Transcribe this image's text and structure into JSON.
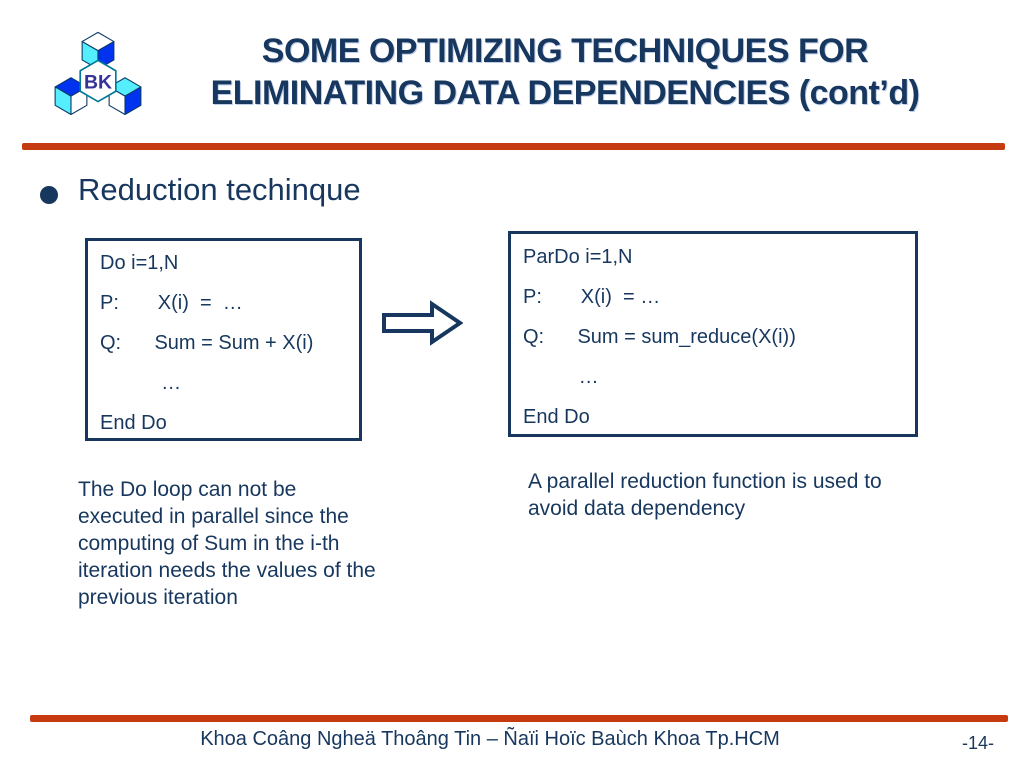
{
  "slide": {
    "title_line1": "SOME OPTIMIZING TECHNIQUES FOR",
    "title_line2": "ELIMINATING DATA DEPENDENCIES (cont’d)",
    "bullet_text": "Reduction techinque",
    "logo_text": "BK"
  },
  "boxes": {
    "left": {
      "lines": [
        "Do i=1,N",
        "P:       X(i)  =  …",
        "Q:      Sum = Sum + X(i)",
        "           …",
        "End Do"
      ]
    },
    "right": {
      "lines": [
        "ParDo i=1,N",
        "P:       X(i)  = …",
        "Q:      Sum = sum_reduce(X(i))",
        "          …",
        "End Do"
      ]
    }
  },
  "notes": {
    "left": "The Do loop can not be executed in parallel since the computing of Sum in the i-th iteration needs the values of the previous iteration",
    "right": "A parallel reduction function is used to avoid data dependency"
  },
  "footer": {
    "department": "Khoa Coâng Ngheä Thoâng Tin – Ñaïi Hoïc Baùch Khoa Tp.HCM",
    "page_number": "-14-"
  },
  "colors": {
    "navy_text": "#17375E",
    "accent_red": "#C53A0F",
    "logo_blue": "#0033F0",
    "logo_cyan": "#55EEFF"
  }
}
